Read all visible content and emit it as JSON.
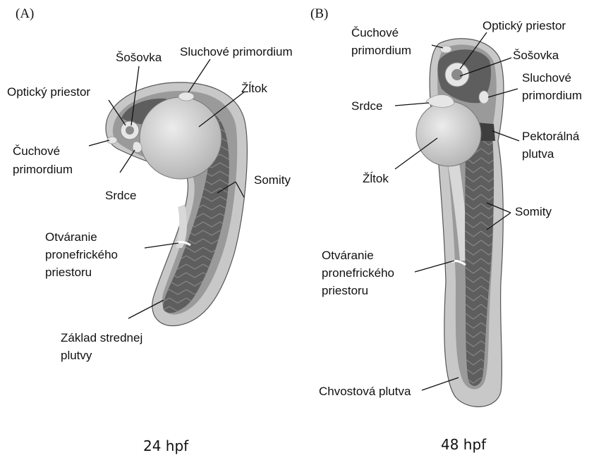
{
  "panels": [
    {
      "letter": "(A)",
      "stage": "24 hpf",
      "labels": {
        "lens": "Šošovka",
        "otic_primordium": "Sluchové primordium",
        "optic_space": "Optický priestor",
        "yolk": "Žĺtok",
        "olfactory_line1": "Čuchové",
        "olfactory_line2": "primordium",
        "heart": "Srdce",
        "somites": "Somity",
        "pronephric_line1": "Otváranie",
        "pronephric_line2": "pronefrického",
        "pronephric_line3": "priestoru",
        "median_fin_line1": "Základ strednej",
        "median_fin_line2": "plutvy"
      }
    },
    {
      "letter": "(B)",
      "stage": "48 hpf",
      "labels": {
        "olfactory_line1": "Čuchové",
        "olfactory_line2": "primordium",
        "optic_space": "Optický priestor",
        "lens": "Šošovka",
        "otic_line1": "Sluchové",
        "otic_line2": "primordium",
        "heart": "Srdce",
        "pectoral_line1": "Pektorálná",
        "pectoral_line2": "plutva",
        "yolk": "Žĺtok",
        "somites": "Somity",
        "pronephric_line1": "Otváranie",
        "pronephric_line2": "pronefrického",
        "pronephric_line3": "priestoru",
        "caudal_fin": "Chvostová plutva"
      }
    }
  ],
  "colors": {
    "fin": "#c8c8c8",
    "body": "#9a9a9a",
    "dark": "#5e5e5e",
    "yolk": "#d0d0d0",
    "light": "#e6e6e6"
  }
}
